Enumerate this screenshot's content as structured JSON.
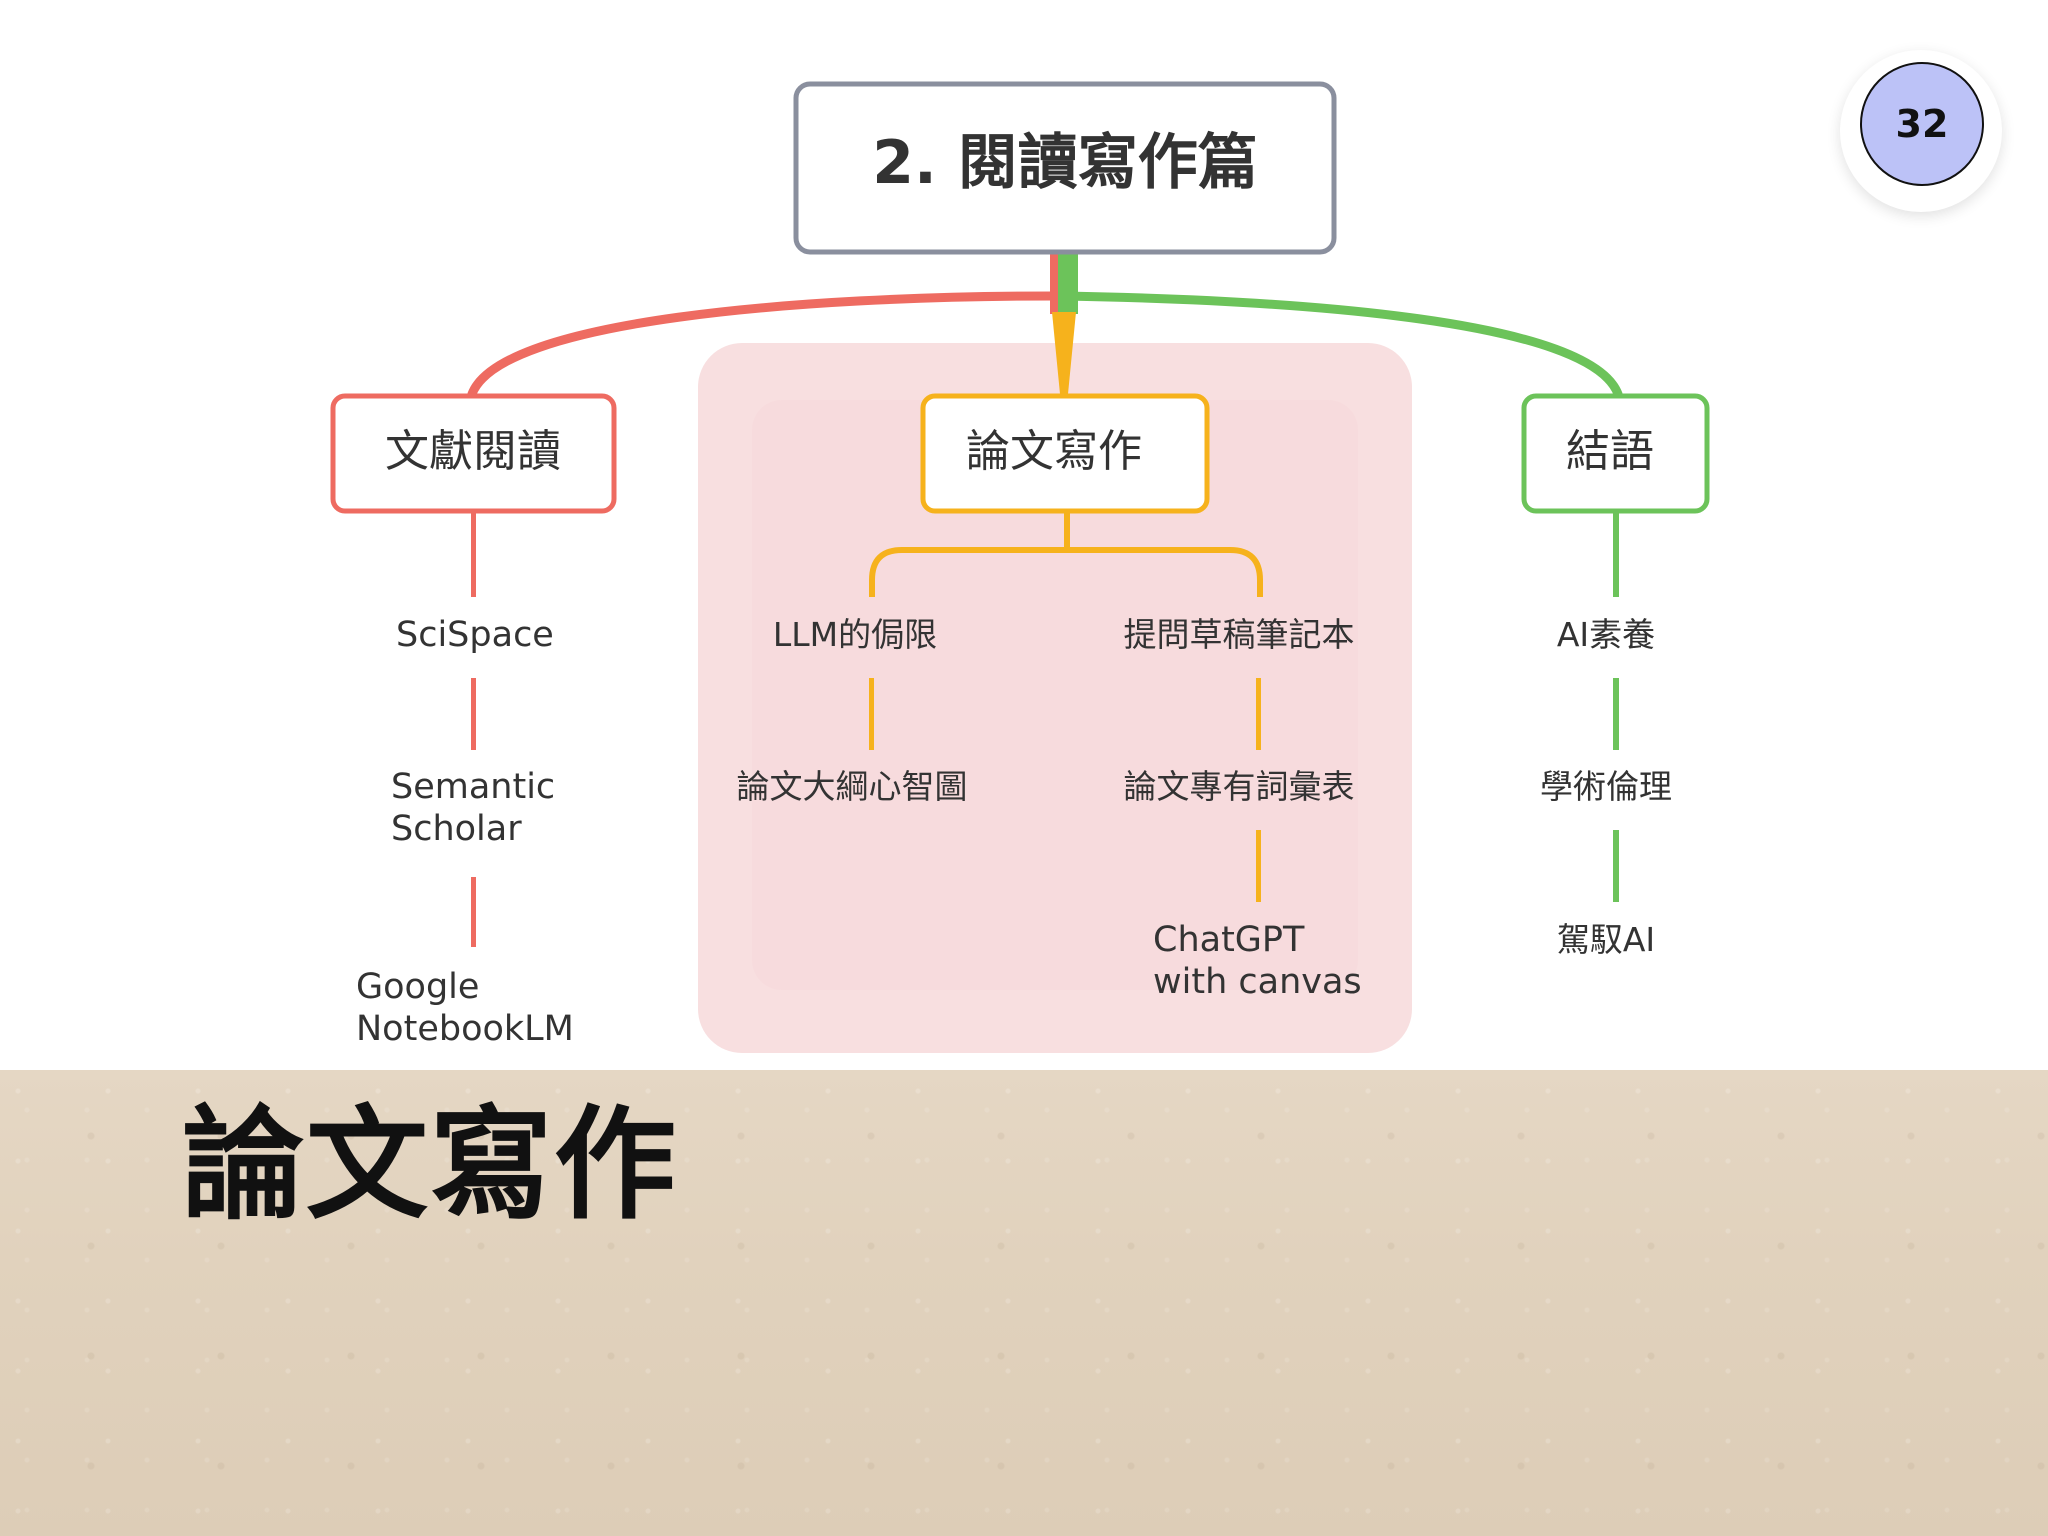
{
  "slide": {
    "title": "論文寫作",
    "page_number": "32"
  },
  "diagram": {
    "root": "2. 閱讀寫作篇",
    "branches": [
      {
        "label": "文獻閱讀",
        "color": "#ee6b61",
        "children": [
          "SciSpace",
          "Semantic\nScholar",
          "Google\nNotebookLM"
        ]
      },
      {
        "label": "論文寫作",
        "color": "#f6b21c",
        "children": [
          "LLM的侷限",
          "論文大綱心智圖",
          "提問草稿筆記本",
          "論文專有詞彙表",
          "ChatGPT\nwith canvas"
        ]
      },
      {
        "label": "結語",
        "color": "#6cc35a",
        "children": [
          "AI素養",
          "學術倫理",
          "駕馭AI"
        ]
      }
    ]
  },
  "colors": {
    "root_border": "#8a8f9e",
    "highlight_bg": "#f8dfe0",
    "text": "#333333"
  }
}
